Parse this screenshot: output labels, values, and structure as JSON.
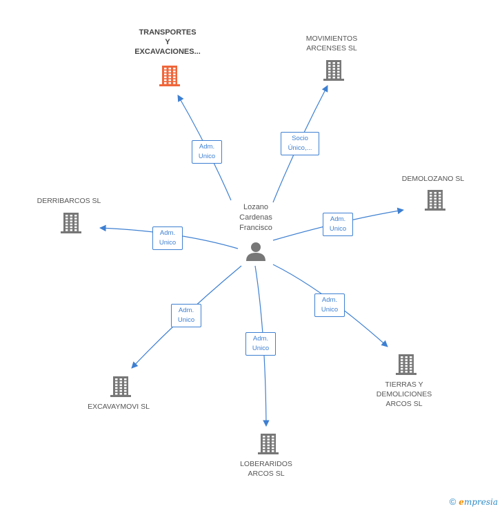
{
  "colors": {
    "edge": "#3d7fd1",
    "building": "#777777",
    "building_main": "#f0663a",
    "person": "#777777"
  },
  "person": {
    "name": "Lozano\nCardenas\nFrancisco",
    "icon": "person-icon"
  },
  "companies": [
    {
      "id": "transportes",
      "name": "TRANSPORTES\nY\nEXCAVACIONES...",
      "role": "Adm.\nUnico",
      "main": true
    },
    {
      "id": "movimientos",
      "name": "MOVIMIENTOS\nARCENSES SL",
      "role": "Socio\nÚnico,...",
      "main": false
    },
    {
      "id": "demolozano",
      "name": "DEMOLOZANO SL",
      "role": "Adm.\nUnico",
      "main": false
    },
    {
      "id": "derribarcos",
      "name": "DERRIBARCOS SL",
      "role": "Adm.\nUnico",
      "main": false
    },
    {
      "id": "tierras",
      "name": "TIERRAS Y\nDEMOLICIONES\nARCOS SL",
      "role": "Adm.\nUnico",
      "main": false
    },
    {
      "id": "excavaymovi",
      "name": "EXCAVAYMOVI SL",
      "role": "Adm.\nUnico",
      "main": false
    },
    {
      "id": "loberaridos",
      "name": "LOBERARIDOS\nARCOS SL",
      "role": "Adm.\nUnico",
      "main": false
    }
  ],
  "footer": {
    "copyright": "©",
    "brand_e": "e",
    "brand_rest": "mpresia"
  }
}
